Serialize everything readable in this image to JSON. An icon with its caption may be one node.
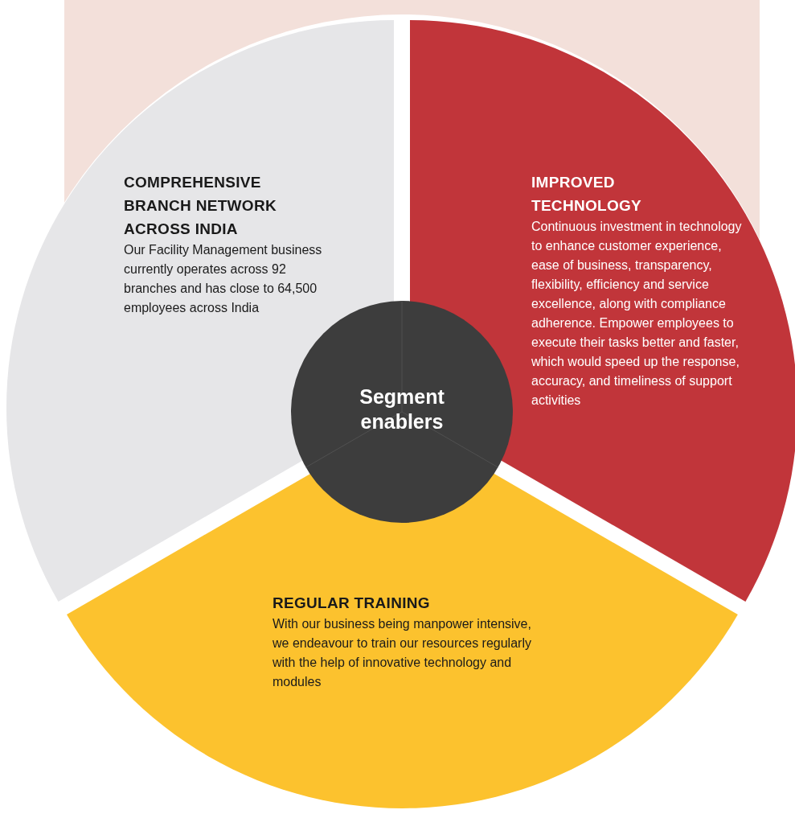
{
  "diagram": {
    "nodes": [
      {
        "text": [
          "COMPREHENSIVE BRANCH NETWORK ACROSS INDIA",
          "Our Facility Management business currently operates across 92 branches and has close to 64,500 employees across India"
        ]
      },
      {
        "text": [
          "IMPROVED TECHNOLOGY",
          "Continuous investment in technology to enhance customer experience, ease of business, transparency, flexibility, efficiency and service excellence, along with compliance adherence. Empower employees to execute their tasks better and faster, which would speed up the response, accuracy, and timeliness of support activities"
        ]
      },
      {
        "text": [
          "Segment enablers"
        ]
      },
      {
        "text": [
          "REGULAR TRAINING",
          "With our business being manpower intensive, we endeavour to train our resources regularly with the help of innovative technology and modules"
        ]
      }
    ]
  }
}
